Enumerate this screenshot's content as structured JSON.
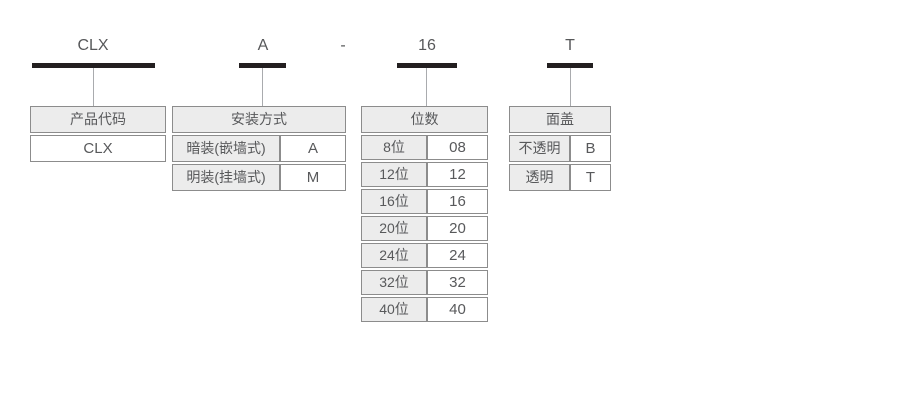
{
  "top": {
    "labels": [
      {
        "text": "CLX"
      },
      {
        "text": "A"
      },
      {
        "text": "-"
      },
      {
        "text": "16"
      },
      {
        "text": "T"
      }
    ]
  },
  "groups": [
    {
      "title": "产品代码",
      "rows": [
        {
          "name": "CLX"
        }
      ]
    },
    {
      "title": "安装方式",
      "rows": [
        {
          "name": "暗装(嵌墙式)",
          "value": "A"
        },
        {
          "name": "明装(挂墙式)",
          "value": "M"
        }
      ]
    },
    {
      "title": "位数",
      "rows": [
        {
          "name": "8位",
          "value": "08"
        },
        {
          "name": "12位",
          "value": "12"
        },
        {
          "name": "16位",
          "value": "16"
        },
        {
          "name": "20位",
          "value": "20"
        },
        {
          "name": "24位",
          "value": "24"
        },
        {
          "name": "32位",
          "value": "32"
        },
        {
          "name": "40位",
          "value": "40"
        }
      ]
    },
    {
      "title": "面盖",
      "rows": [
        {
          "name": "不透明",
          "value": "B"
        },
        {
          "name": "透明",
          "value": "T"
        }
      ]
    }
  ],
  "colors": {
    "bar": "#231f20",
    "header_bg": "#ececec",
    "label_cell_bg": "#ececec",
    "value_cell_bg": "#ffffff",
    "border": "#8c8c8c",
    "text": "#58595b",
    "connector": "#a9abae"
  }
}
